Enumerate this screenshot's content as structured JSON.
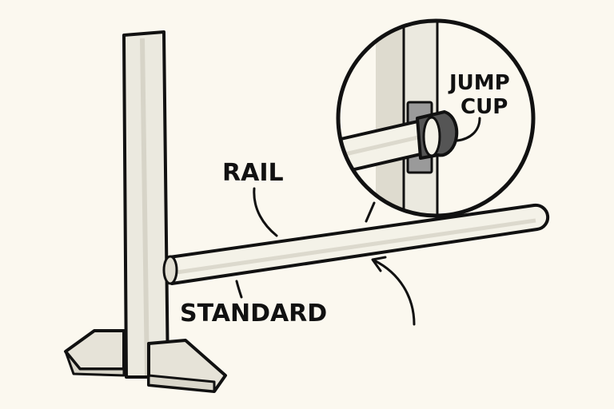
{
  "diagram": {
    "labels": {
      "rail": "RAIL",
      "standard": "STANDARD",
      "jump_cup_line1": "JUMP",
      "jump_cup_line2": "CUP"
    },
    "colors": {
      "background": "#fbf8ef",
      "outline": "#111111",
      "post_fill": "#ebe9df",
      "post_shadow": "#d7d4c8",
      "rail_fill": "#f4f2e8",
      "cup_fill": "#555555",
      "plate_fill": "#9a9a9a"
    }
  }
}
